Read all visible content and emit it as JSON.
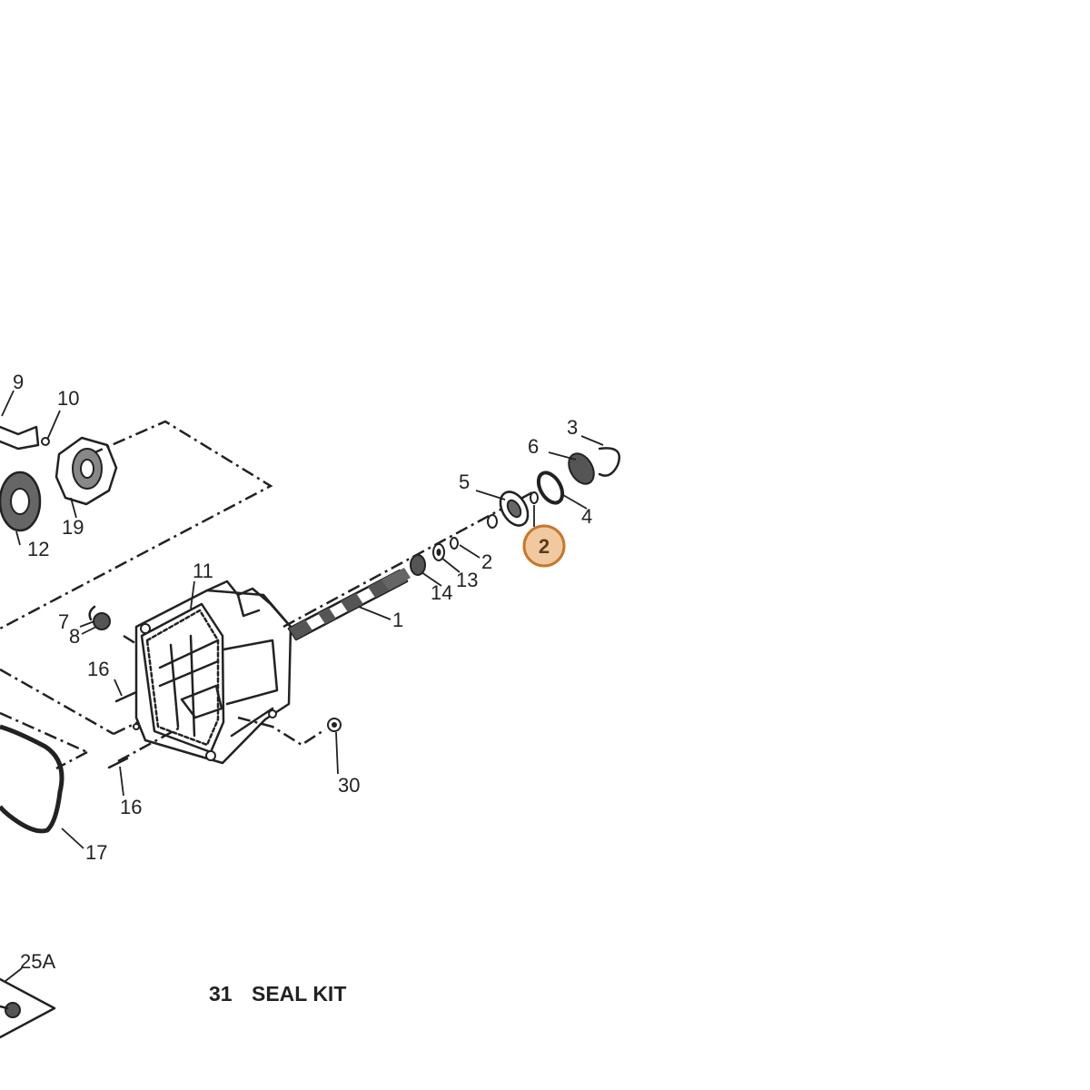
{
  "callouts": [
    {
      "id": "1",
      "label": "1"
    },
    {
      "id": "2a",
      "label": "2"
    },
    {
      "id": "3",
      "label": "3"
    },
    {
      "id": "4",
      "label": "4"
    },
    {
      "id": "5",
      "label": "5"
    },
    {
      "id": "6",
      "label": "6"
    },
    {
      "id": "7",
      "label": "7"
    },
    {
      "id": "8",
      "label": "8"
    },
    {
      "id": "9",
      "label": "9"
    },
    {
      "id": "10",
      "label": "10"
    },
    {
      "id": "11",
      "label": "11"
    },
    {
      "id": "12",
      "label": "12"
    },
    {
      "id": "13",
      "label": "13"
    },
    {
      "id": "14",
      "label": "14"
    },
    {
      "id": "16a",
      "label": "16"
    },
    {
      "id": "16b",
      "label": "16"
    },
    {
      "id": "17",
      "label": "17"
    },
    {
      "id": "19",
      "label": "19"
    },
    {
      "id": "25A",
      "label": "25A"
    },
    {
      "id": "30",
      "label": "30"
    }
  ],
  "highlight": {
    "label": "2",
    "fill": "#f0c9a0",
    "stroke": "#c8772a"
  },
  "seal_kit": {
    "number": "31",
    "name": "SEAL KIT"
  }
}
